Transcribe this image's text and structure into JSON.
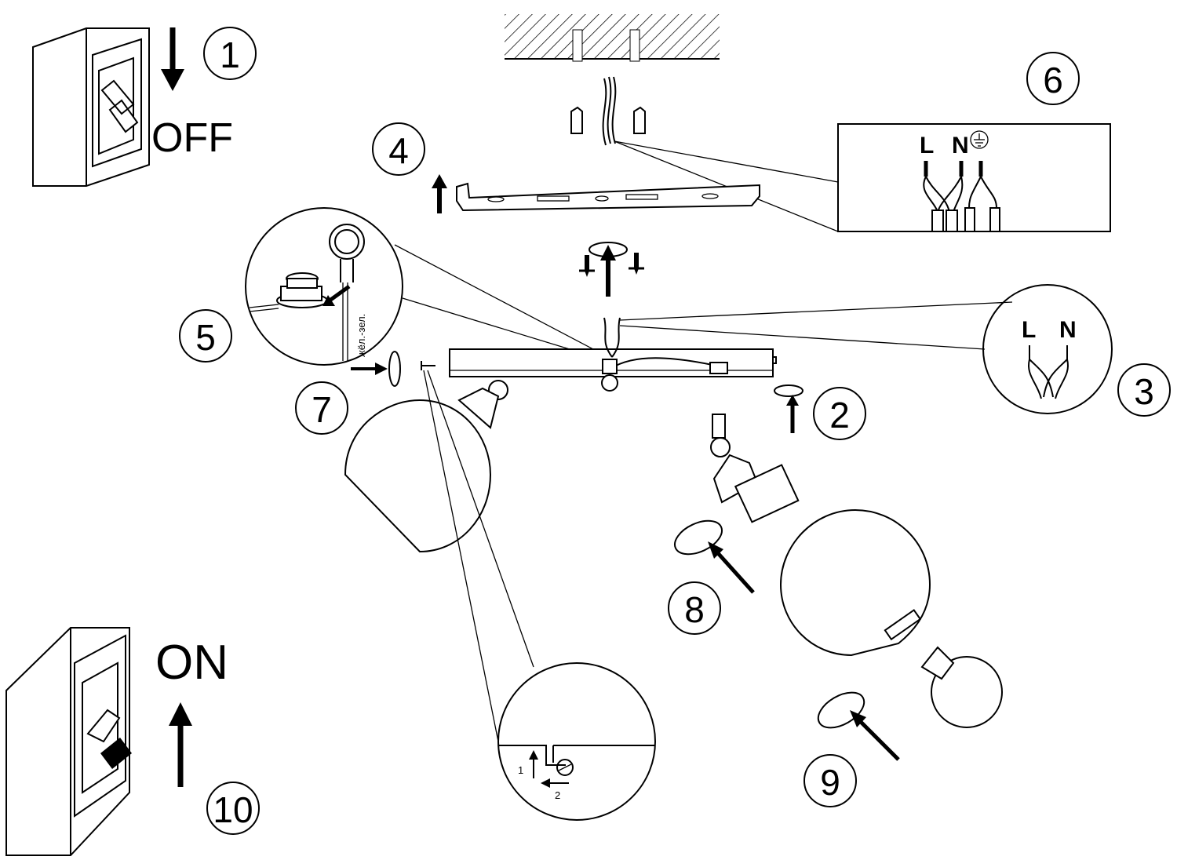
{
  "steps": [
    {
      "number": "1"
    },
    {
      "number": "2"
    },
    {
      "number": "3"
    },
    {
      "number": "4"
    },
    {
      "number": "5"
    },
    {
      "number": "6"
    },
    {
      "number": "7"
    },
    {
      "number": "8"
    },
    {
      "number": "9"
    },
    {
      "number": "10"
    }
  ],
  "switch_off_label": "OFF",
  "switch_on_label": "ON",
  "wiring_box": {
    "live": "L",
    "neutral": "N",
    "earth_icon": "ground-symbol-icon"
  },
  "wiring_detail": {
    "live": "L",
    "neutral": "N"
  },
  "earth_wire_label": "жёл.-зел.",
  "bayonet_detail": {
    "step1": "1",
    "step2": "2"
  }
}
